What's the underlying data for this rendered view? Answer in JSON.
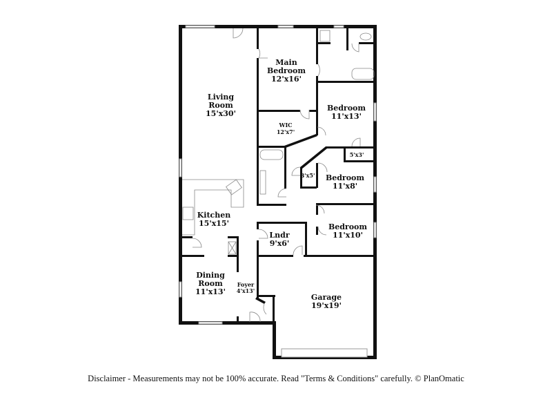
{
  "rooms": {
    "living": {
      "name_line1": "Living",
      "name_line2": "Room",
      "size": "15'x30'"
    },
    "main_bedroom": {
      "name_line1": "Main",
      "name_line2": "Bedroom",
      "size": "12'x16'"
    },
    "bedroom_1": {
      "name": "Bedroom",
      "size": "11'x13'"
    },
    "wic": {
      "name": "WIC",
      "size": "12'x7'"
    },
    "closet_5x3": {
      "size": "5'x3'"
    },
    "closet_3x5": {
      "size": "3'x5'"
    },
    "bedroom_2": {
      "name": "Bedroom",
      "size": "11'x8'"
    },
    "kitchen": {
      "name": "Kitchen",
      "size": "15'x15'"
    },
    "laundry": {
      "name": "Lndr",
      "size": "9'x6'"
    },
    "bedroom_3": {
      "name": "Bedroom",
      "size": "11'x10'"
    },
    "dining": {
      "name_line1": "Dining",
      "name_line2": "Room",
      "size": "11'x13'"
    },
    "foyer": {
      "name": "Foyer",
      "size": "4'x13'"
    },
    "garage": {
      "name": "Garage",
      "size": "19'x19'"
    }
  },
  "footer": {
    "disclaimer": "Disclaimer - Measurements may not be 100% accurate. Read \"Terms & Conditions\" carefully. © PlanOmatic"
  },
  "colors": {
    "wall": "#111111",
    "fixture": "#888888",
    "window": "#999999"
  }
}
